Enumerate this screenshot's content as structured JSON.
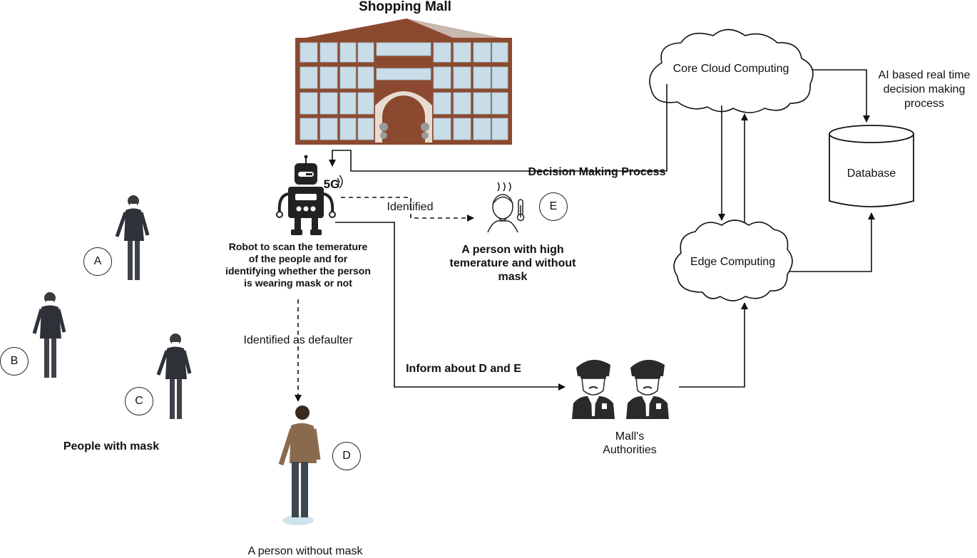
{
  "title": "Shopping Mall",
  "nodes": {
    "core_cloud": "Core Cloud Computing",
    "edge": "Edge Computing",
    "database": "Database",
    "ai_note": "AI based real time decision making process",
    "ai_line1": "AI based real time",
    "ai_line2": "decision making",
    "ai_line3": "process"
  },
  "robot": {
    "badge": "5G",
    "line1": "Robot to scan the temerature",
    "line2": "of the  people and for",
    "line3": "identifying whether the person",
    "line4": "is wearing mask or not"
  },
  "edges": {
    "decision": "Decision Making Process",
    "identified": "Identified",
    "defaulter": "Identified as defaulter",
    "inform": "Inform about D and E"
  },
  "people": {
    "A": "A",
    "B": "B",
    "C": "C",
    "D": "D",
    "E": "E",
    "with_mask": "People with mask",
    "without_mask": "A person without mask",
    "high_temp_line1": "A person with high",
    "high_temp_line2": "temerature and without",
    "high_temp_line3": "mask",
    "authorities_line1": "Mall's",
    "authorities_line2": "Authorities"
  },
  "colors": {
    "building": "#8B4A2F",
    "glass": "#C8DDE8",
    "person_dark": "#2E3138",
    "person_coat": "#8A6A4E"
  }
}
